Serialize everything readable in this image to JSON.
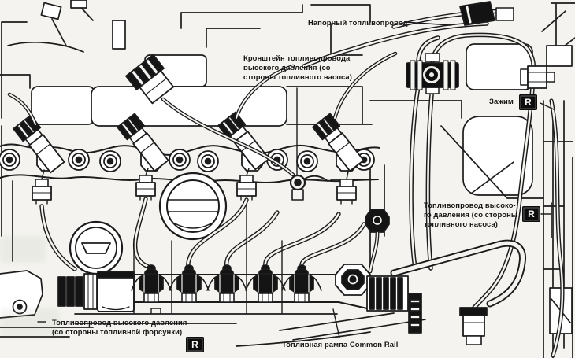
{
  "labels": {
    "pressure_line": "Напорный топливопровод",
    "bracket": "Кронштейн топливопровода\nвысокого давления (со\nстороны топливного насоса)",
    "clamp": "Зажим",
    "hp_line_pump_side": "Топливопровод высоко-\nго давления (со стороны\nтопливного насоса)",
    "hp_line_injector_side": "Топливопровод высокого давления\n(со стороны топливной форсунки)",
    "fuel_rail": "Топливная рампа Common Rail"
  },
  "markers": {
    "replace": "R"
  },
  "colors": {
    "paper": "#f4f3ef",
    "ink": "#1c1c1c",
    "marker_bg": "#0d0d0d",
    "marker_fg": "#f5f5f2"
  }
}
